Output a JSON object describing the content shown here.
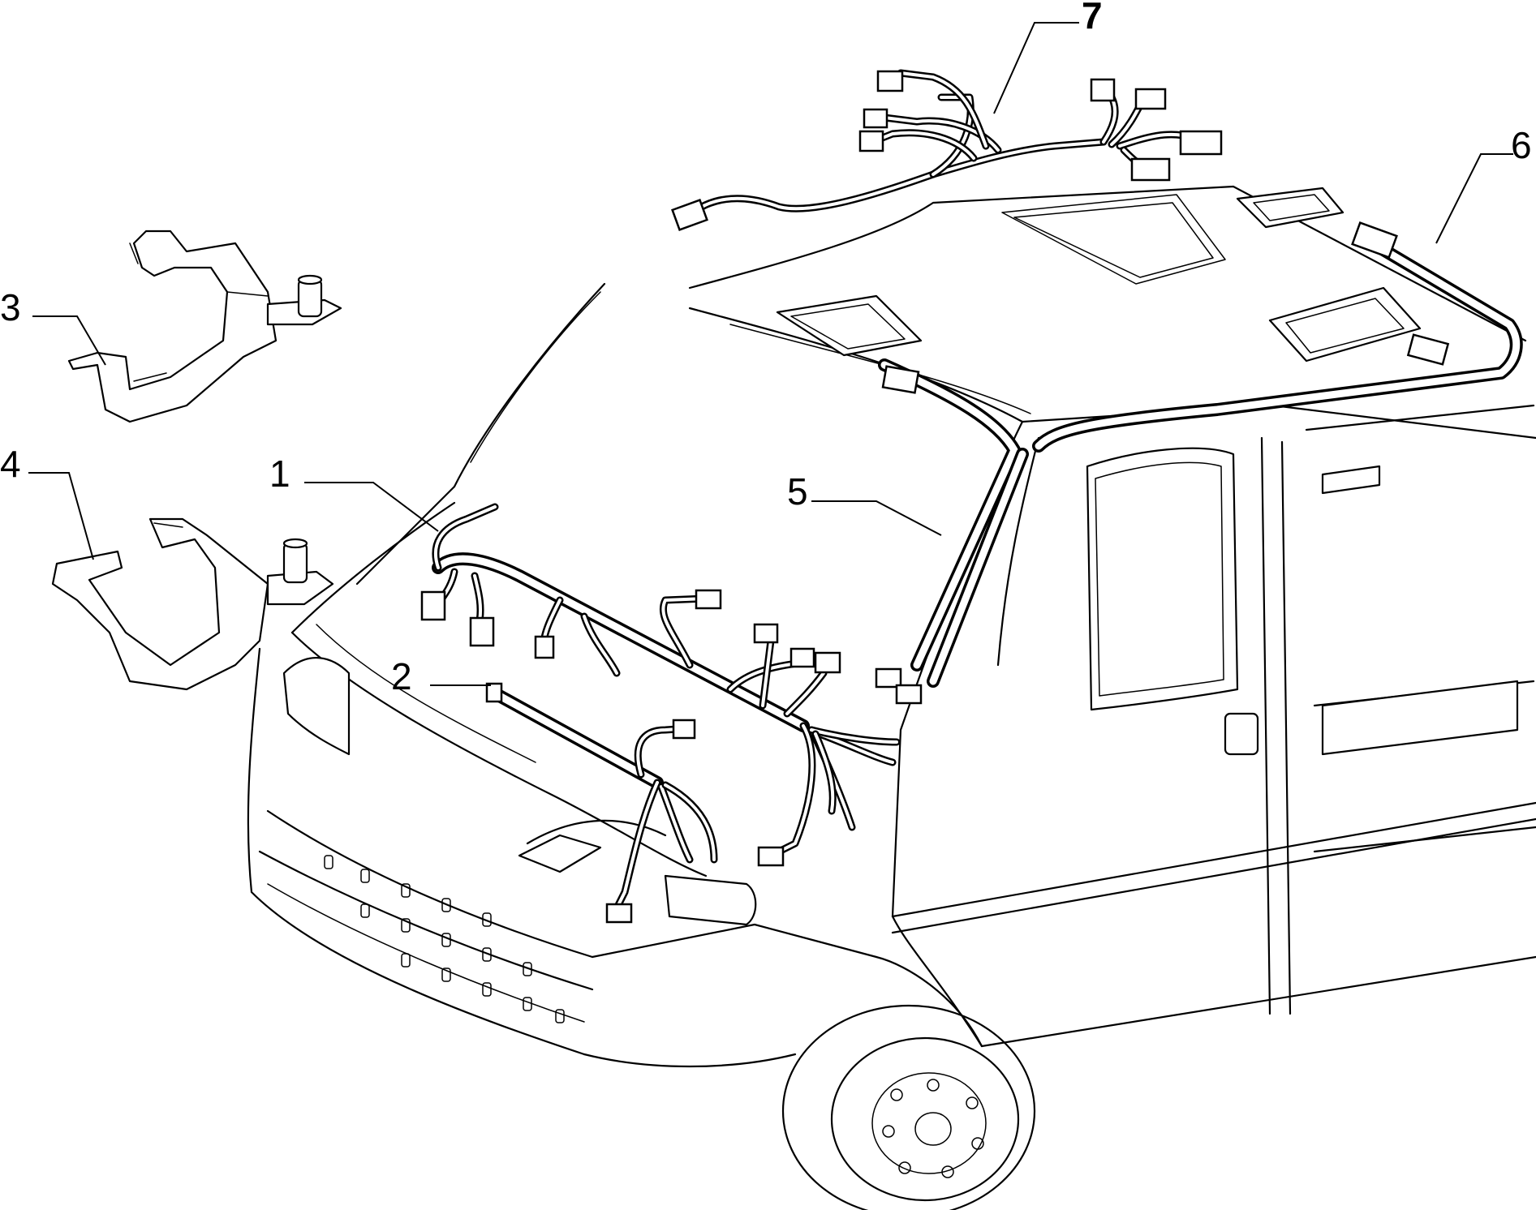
{
  "callouts": [
    {
      "id": "1",
      "label": "1",
      "part": "front-harness"
    },
    {
      "id": "2",
      "label": "2",
      "part": "harness-branch"
    },
    {
      "id": "3",
      "label": "3",
      "part": "bracket-upper"
    },
    {
      "id": "4",
      "label": "4",
      "part": "bracket-lower"
    },
    {
      "id": "5",
      "label": "5",
      "part": "a-pillar-harness"
    },
    {
      "id": "6",
      "label": "6",
      "part": "roof-side-harness"
    },
    {
      "id": "7",
      "label": "7",
      "part": "roof-harness"
    }
  ]
}
